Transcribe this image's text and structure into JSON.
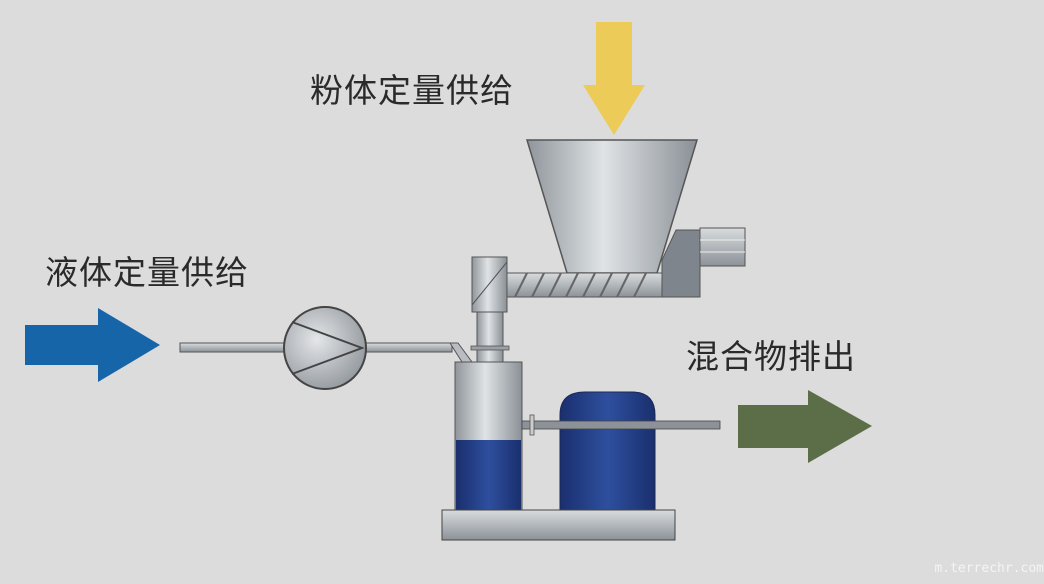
{
  "labels": {
    "powder_feed": "粉体定量供给",
    "liquid_feed": "液体定量供给",
    "mixture_discharge": "混合物排出"
  },
  "watermark": "m.terrechr.com",
  "colors": {
    "background": "#dcdcdc",
    "powder_arrow": "#eccb58",
    "liquid_arrow": "#1565a8",
    "discharge_arrow": "#5c6e48",
    "machine_blue": "#23408a",
    "machine_gray": "#b4b8bc"
  }
}
